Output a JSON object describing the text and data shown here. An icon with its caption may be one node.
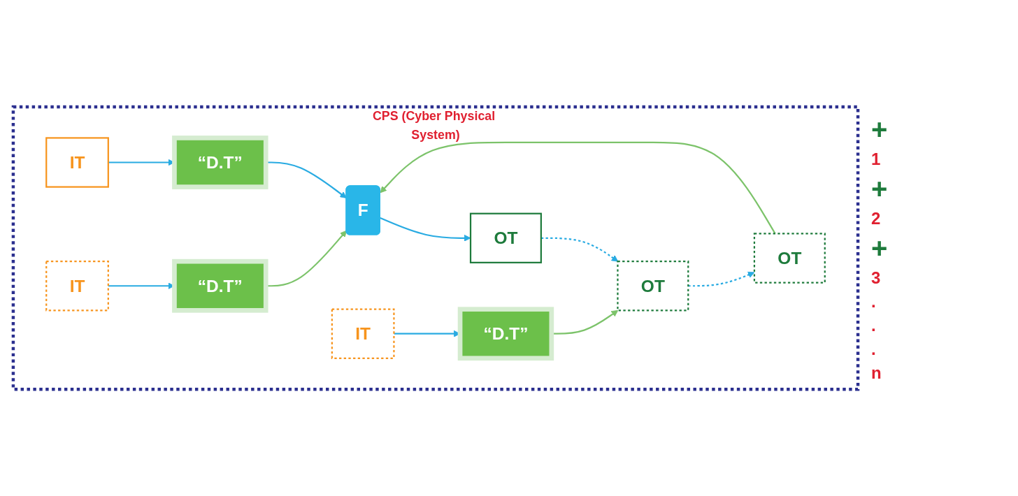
{
  "diagram": {
    "nodes": [
      {
        "text": [
          "CPS (Cyber Physical System)"
        ]
      },
      {
        "text": [
          "F"
        ],
        "in": 0
      },
      {
        "text": [
          "OT"
        ],
        "in": 0
      },
      {
        "text": [
          "IT"
        ],
        "in": 0
      },
      {
        "text": [
          "“D.T”"
        ],
        "in": 0
      },
      {
        "text": [
          "OT"
        ],
        "in": 0
      },
      {
        "text": [
          "IT"
        ],
        "in": 0
      },
      {
        "text": [
          "“D.T”"
        ],
        "in": 0
      },
      {
        "text": [
          "OT"
        ],
        "in": 0
      },
      {
        "text": [
          "IT"
        ],
        "in": 0
      },
      {
        "text": [
          "“D.T”"
        ],
        "in": 0
      }
    ],
    "edges": [
      {
        "from": 1,
        "to": 2,
        "arrow": "to"
      },
      {
        "from": 3,
        "to": 4,
        "arrow": "to"
      },
      {
        "from": 4,
        "to": 1,
        "arrow": "to"
      },
      {
        "from": 2,
        "to": 5,
        "arrow": "to",
        "style": "dashed"
      },
      {
        "from": 6,
        "to": 7,
        "arrow": "to"
      },
      {
        "from": 7,
        "to": 5,
        "arrow": "to",
        "color": "#7cc36a"
      },
      {
        "from": 5,
        "to": 8,
        "arrow": "to",
        "style": "dashed"
      },
      {
        "from": 9,
        "to": 10,
        "arrow": "to"
      },
      {
        "from": 10,
        "to": 1,
        "arrow": "to",
        "color": "#7cc36a"
      },
      {
        "from": 8,
        "to": 1,
        "arrow": "to",
        "color": "#7cc36a"
      }
    ],
    "labels": [
      "+",
      "1",
      "+",
      "2",
      "+",
      "3",
      ".",
      ".",
      ".",
      "n"
    ]
  }
}
